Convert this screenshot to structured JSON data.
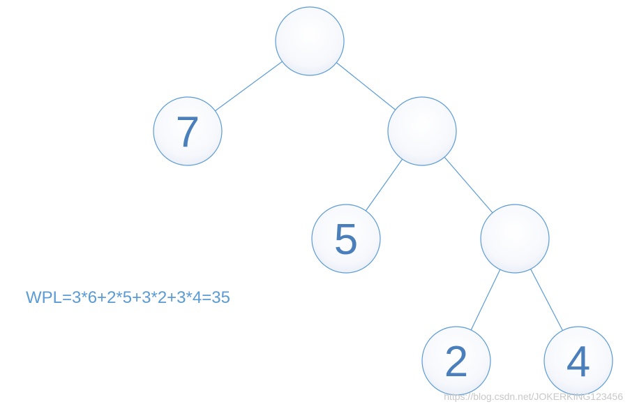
{
  "diagram": {
    "type": "binary-tree",
    "nodes": [
      {
        "id": "root",
        "label": ""
      },
      {
        "id": "leaf-7",
        "label": "7"
      },
      {
        "id": "internal-right",
        "label": ""
      },
      {
        "id": "leaf-5",
        "label": "5"
      },
      {
        "id": "internal-lower",
        "label": ""
      },
      {
        "id": "leaf-2",
        "label": "2"
      },
      {
        "id": "leaf-4",
        "label": "4"
      }
    ],
    "edges": [
      [
        "root",
        "leaf-7"
      ],
      [
        "root",
        "internal-right"
      ],
      [
        "internal-right",
        "leaf-5"
      ],
      [
        "internal-right",
        "internal-lower"
      ],
      [
        "internal-lower",
        "leaf-2"
      ],
      [
        "internal-lower",
        "leaf-4"
      ]
    ]
  },
  "formula": "WPL=3*6+2*5+3*2+3*4=35",
  "watermark": "https://blog.csdn.net/JOKERKING123456",
  "colors": {
    "stroke": "#5b9bd5",
    "label": "#4a7fbb",
    "formula": "#5b9bd5",
    "watermark": "#c8c8c8"
  }
}
